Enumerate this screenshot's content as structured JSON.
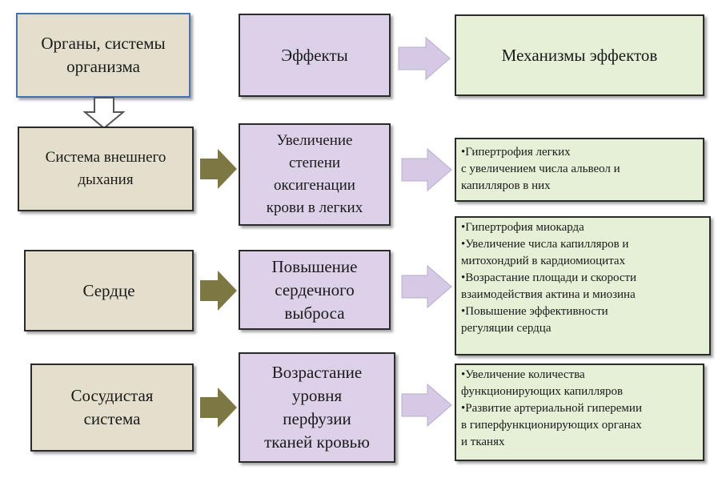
{
  "headers": {
    "organs": [
      "Органы, системы",
      "организма"
    ],
    "effects": [
      "Эффекты"
    ],
    "mechanisms": [
      "Механизмы эффектов"
    ]
  },
  "rows": [
    {
      "organ": [
        "Система внешнего",
        "дыхания"
      ],
      "effect": [
        "Увеличение",
        "степени",
        "оксигенации",
        "крови в легких"
      ],
      "mechanisms": [
        "•Гипертрофия легких",
        "с увеличением числа альвеол и",
        "капилляров в них"
      ]
    },
    {
      "organ": [
        "Сердце"
      ],
      "effect": [
        "Повышение",
        "сердечного",
        "выброса"
      ],
      "mechanisms": [
        "•Гипертрофия миокарда",
        "•Увеличение числа капилляров и",
        "митохондрий в кардиомиоцитах",
        "•Возрастание площади и скорости",
        "взаимодействия актина и миозина",
        "•Повышение эффективности",
        "регуляции сердца"
      ]
    },
    {
      "organ": [
        "Сосудистая",
        "система"
      ],
      "effect": [
        "Возрастание",
        "уровня",
        "перфузии",
        "тканей кровью"
      ],
      "mechanisms": [
        "•Увеличение количества",
        "функционирующих капилляров",
        "•Развитие артериальной гиперемии",
        "в гиперфункционирующих органах",
        "и тканях"
      ]
    }
  ],
  "colors": {
    "organ_box": "#e4dfcc",
    "effect_box": "#ddd1ea",
    "mechanism_box": "#e6f0d6",
    "olive_arrow": "#7d7744",
    "lavender_arrow": "#d6c9e6",
    "down_arrow": "#ffffff"
  }
}
